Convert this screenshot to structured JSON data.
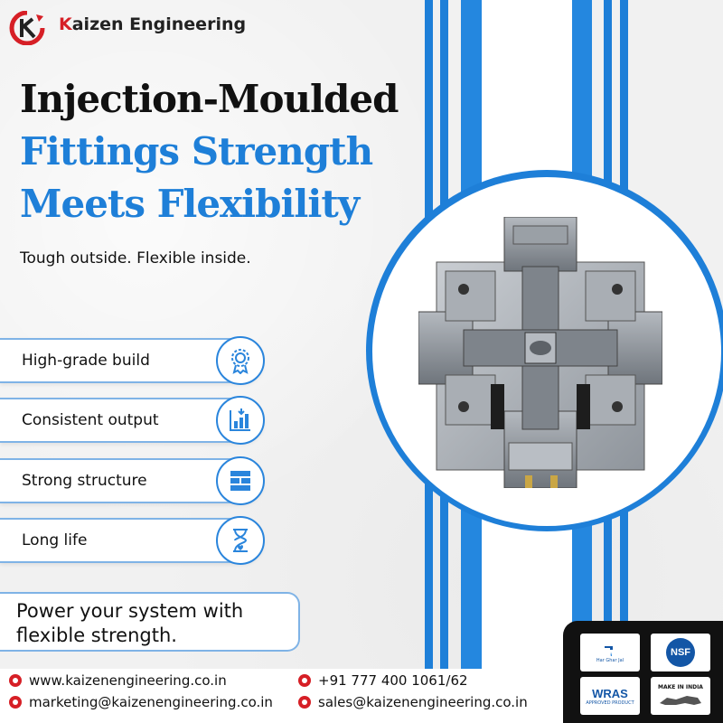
{
  "brand": {
    "name_prefix": "K",
    "name": "aizen Engineering",
    "full_name": "Kaizen Engineering"
  },
  "headline": {
    "line1": "Injection-Moulded",
    "line2": "Fittings Strength",
    "line3": "Meets Flexibility"
  },
  "tagline": "Tough outside. Flexible inside.",
  "features": [
    {
      "label": "High-grade build",
      "icon": "quality-badge-icon"
    },
    {
      "label": "Consistent output",
      "icon": "output-chart-icon"
    },
    {
      "label": "Strong structure",
      "icon": "structure-icon"
    },
    {
      "label": "Long life",
      "icon": "hourglass-icon"
    }
  ],
  "cta": {
    "line1": "Power your system with",
    "line2": "flexible strength."
  },
  "footer": {
    "website": "www.kaizenengineering.co.in",
    "email_marketing": "marketing@kaizenengineering.co.in",
    "phone": "+91 777 400 1061/62",
    "email_sales": "sales@kaizenengineering.co.in"
  },
  "certifications": {
    "har_ghar_jal": "Har Ghar Jal",
    "nsf": "NSF",
    "wras": "WRAS",
    "wras_sub": "APPROVED PRODUCT",
    "make_in_india": "MAKE IN INDIA"
  },
  "colors": {
    "accent_blue": "#1e7fd8",
    "brand_red": "#d61f26",
    "dark": "#111111"
  }
}
